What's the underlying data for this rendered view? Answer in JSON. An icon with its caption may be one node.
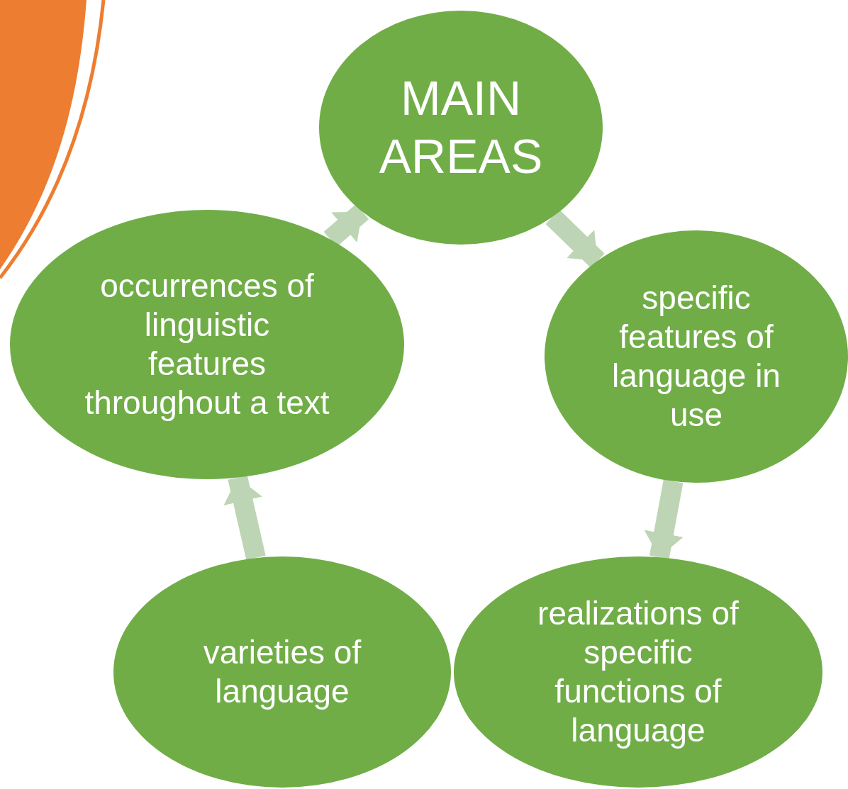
{
  "diagram": {
    "nodes": [
      {
        "text": [
          "MAIN AREAS"
        ]
      },
      {
        "text": [
          "specific features of language in use"
        ]
      },
      {
        "text": [
          "realizations of specific functions of language"
        ]
      },
      {
        "text": [
          "varieties of language"
        ]
      },
      {
        "text": [
          "occurrences of linguistic features throughout a text"
        ]
      }
    ],
    "edges": [
      {
        "from": 0,
        "to": 1,
        "arrow": "to"
      },
      {
        "from": 1,
        "to": 2,
        "arrow": "to"
      },
      {
        "from": 3,
        "to": 4,
        "arrow": "to"
      },
      {
        "from": 4,
        "to": 0,
        "arrow": "to"
      }
    ]
  }
}
